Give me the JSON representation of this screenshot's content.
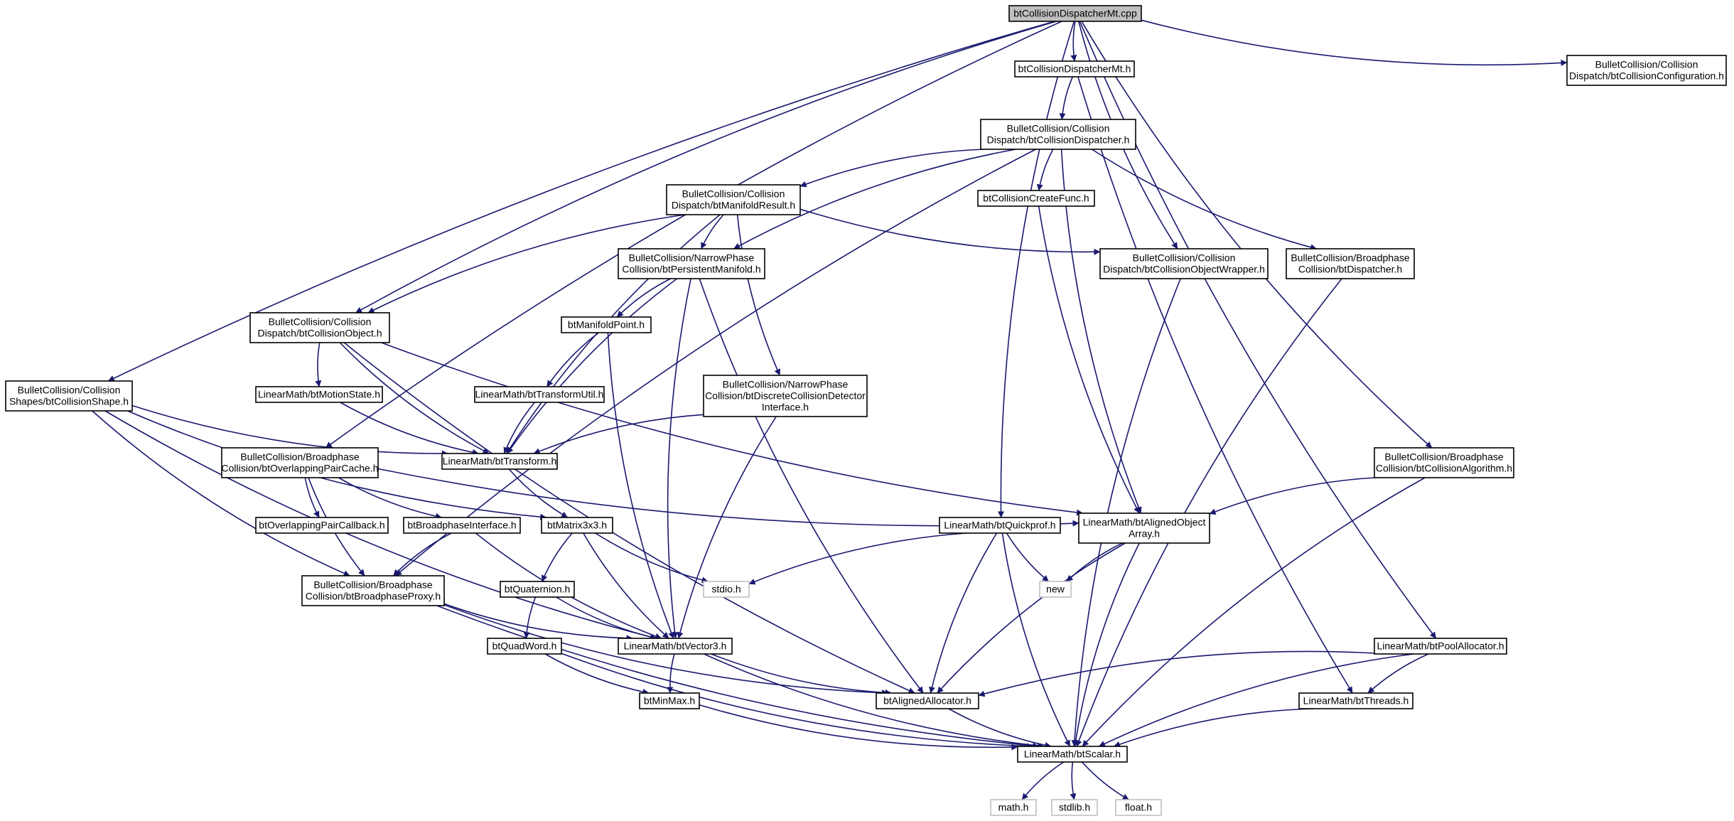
{
  "nodes": [
    {
      "id": "root",
      "lines": [
        "btCollisionDispatcherMt.cpp"
      ],
      "style": "root"
    },
    {
      "id": "dispMtH",
      "lines": [
        "btCollisionDispatcherMt.h"
      ]
    },
    {
      "id": "collConfig",
      "lines": [
        "BulletCollision/Collision",
        "Dispatch/btCollisionConfiguration.h"
      ]
    },
    {
      "id": "collDispH",
      "lines": [
        "BulletCollision/Collision",
        "Dispatch/btCollisionDispatcher.h"
      ]
    },
    {
      "id": "manifoldRes",
      "lines": [
        "BulletCollision/Collision",
        "Dispatch/btManifoldResult.h"
      ]
    },
    {
      "id": "createFunc",
      "lines": [
        "btCollisionCreateFunc.h"
      ]
    },
    {
      "id": "objWrapper",
      "lines": [
        "BulletCollision/Collision",
        "Dispatch/btCollisionObjectWrapper.h"
      ]
    },
    {
      "id": "dispatcher",
      "lines": [
        "BulletCollision/Broadphase",
        "Collision/btDispatcher.h"
      ]
    },
    {
      "id": "persistent",
      "lines": [
        "BulletCollision/NarrowPhase",
        "Collision/btPersistentManifold.h"
      ]
    },
    {
      "id": "collObj",
      "lines": [
        "BulletCollision/Collision",
        "Dispatch/btCollisionObject.h"
      ]
    },
    {
      "id": "manPoint",
      "lines": [
        "btManifoldPoint.h"
      ]
    },
    {
      "id": "discrete",
      "lines": [
        "BulletCollision/NarrowPhase",
        "Collision/btDiscreteCollisionDetector",
        "Interface.h"
      ]
    },
    {
      "id": "collShape",
      "lines": [
        "BulletCollision/Collision",
        "Shapes/btCollisionShape.h"
      ]
    },
    {
      "id": "motion",
      "lines": [
        "LinearMath/btMotionState.h"
      ]
    },
    {
      "id": "transUtil",
      "lines": [
        "LinearMath/btTransformUtil.h"
      ]
    },
    {
      "id": "overlapCache",
      "lines": [
        "BulletCollision/Broadphase",
        "Collision/btOverlappingPairCache.h"
      ]
    },
    {
      "id": "transform",
      "lines": [
        "LinearMath/btTransform.h"
      ]
    },
    {
      "id": "collAlgo",
      "lines": [
        "BulletCollision/Broadphase",
        "Collision/btCollisionAlgorithm.h"
      ]
    },
    {
      "id": "overlapCb",
      "lines": [
        "btOverlappingPairCallback.h"
      ]
    },
    {
      "id": "bpIface",
      "lines": [
        "btBroadphaseInterface.h"
      ]
    },
    {
      "id": "matrix",
      "lines": [
        "btMatrix3x3.h"
      ]
    },
    {
      "id": "quickprof",
      "lines": [
        "LinearMath/btQuickprof.h"
      ]
    },
    {
      "id": "alignedArr",
      "lines": [
        "LinearMath/btAlignedObject",
        "Array.h"
      ]
    },
    {
      "id": "bpProxy",
      "lines": [
        "BulletCollision/Broadphase",
        "Collision/btBroadphaseProxy.h"
      ]
    },
    {
      "id": "quat",
      "lines": [
        "btQuaternion.h"
      ]
    },
    {
      "id": "stdio",
      "lines": [
        "stdio.h"
      ],
      "style": "ext"
    },
    {
      "id": "new",
      "lines": [
        "new"
      ],
      "style": "ext"
    },
    {
      "id": "quadword",
      "lines": [
        "btQuadWord.h"
      ]
    },
    {
      "id": "vector3",
      "lines": [
        "LinearMath/btVector3.h"
      ]
    },
    {
      "id": "poolAlloc",
      "lines": [
        "LinearMath/btPoolAllocator.h"
      ]
    },
    {
      "id": "minmax",
      "lines": [
        "btMinMax.h"
      ]
    },
    {
      "id": "alignedAlloc",
      "lines": [
        "btAlignedAllocator.h"
      ]
    },
    {
      "id": "threads",
      "lines": [
        "LinearMath/btThreads.h"
      ]
    },
    {
      "id": "scalar",
      "lines": [
        "LinearMath/btScalar.h"
      ]
    },
    {
      "id": "math",
      "lines": [
        "math.h"
      ],
      "style": "ext"
    },
    {
      "id": "stdlib",
      "lines": [
        "stdlib.h"
      ],
      "style": "ext"
    },
    {
      "id": "float",
      "lines": [
        "float.h"
      ],
      "style": "ext"
    }
  ],
  "edges": [
    [
      "root",
      "dispMtH"
    ],
    [
      "root",
      "collConfig"
    ],
    [
      "root",
      "collObj"
    ],
    [
      "root",
      "collShape"
    ],
    [
      "root",
      "overlapCache"
    ],
    [
      "root",
      "objWrapper"
    ],
    [
      "root",
      "quickprof"
    ],
    [
      "root",
      "collAlgo"
    ],
    [
      "root",
      "poolAlloc"
    ],
    [
      "dispMtH",
      "collDispH"
    ],
    [
      "dispMtH",
      "threads"
    ],
    [
      "collDispH",
      "manifoldRes"
    ],
    [
      "collDispH",
      "createFunc"
    ],
    [
      "collDispH",
      "dispatcher"
    ],
    [
      "collDispH",
      "persistent"
    ],
    [
      "collDispH",
      "alignedArr"
    ],
    [
      "collDispH",
      "bpProxy"
    ],
    [
      "manifoldRes",
      "persistent"
    ],
    [
      "manifoldRes",
      "collObj"
    ],
    [
      "manifoldRes",
      "objWrapper"
    ],
    [
      "manifoldRes",
      "discrete"
    ],
    [
      "manifoldRes",
      "transform"
    ],
    [
      "createFunc",
      "alignedArr"
    ],
    [
      "objWrapper",
      "scalar"
    ],
    [
      "dispatcher",
      "scalar"
    ],
    [
      "persistent",
      "manPoint"
    ],
    [
      "persistent",
      "transform"
    ],
    [
      "persistent",
      "vector3"
    ],
    [
      "persistent",
      "alignedAlloc"
    ],
    [
      "collObj",
      "motion"
    ],
    [
      "collObj",
      "transform"
    ],
    [
      "collObj",
      "alignedArr"
    ],
    [
      "collObj",
      "alignedAlloc"
    ],
    [
      "manPoint",
      "transUtil"
    ],
    [
      "manPoint",
      "vector3"
    ],
    [
      "discrete",
      "transform"
    ],
    [
      "discrete",
      "vector3"
    ],
    [
      "collShape",
      "transform"
    ],
    [
      "collShape",
      "matrix"
    ],
    [
      "collShape",
      "bpProxy"
    ],
    [
      "collShape",
      "vector3"
    ],
    [
      "motion",
      "transform"
    ],
    [
      "transUtil",
      "transform"
    ],
    [
      "overlapCache",
      "overlapCb"
    ],
    [
      "overlapCache",
      "bpIface"
    ],
    [
      "overlapCache",
      "bpProxy"
    ],
    [
      "overlapCache",
      "alignedArr"
    ],
    [
      "transform",
      "matrix"
    ],
    [
      "collAlgo",
      "alignedArr"
    ],
    [
      "collAlgo",
      "scalar"
    ],
    [
      "bpIface",
      "bpProxy"
    ],
    [
      "bpIface",
      "vector3"
    ],
    [
      "matrix",
      "quat"
    ],
    [
      "matrix",
      "stdio"
    ],
    [
      "matrix",
      "vector3"
    ],
    [
      "quickprof",
      "stdio"
    ],
    [
      "quickprof",
      "new"
    ],
    [
      "quickprof",
      "alignedAlloc"
    ],
    [
      "quickprof",
      "scalar"
    ],
    [
      "alignedArr",
      "new"
    ],
    [
      "alignedArr",
      "alignedAlloc"
    ],
    [
      "alignedArr",
      "scalar"
    ],
    [
      "bpProxy",
      "vector3"
    ],
    [
      "bpProxy",
      "alignedAlloc"
    ],
    [
      "bpProxy",
      "scalar"
    ],
    [
      "quat",
      "quadword"
    ],
    [
      "quat",
      "vector3"
    ],
    [
      "quadword",
      "minmax"
    ],
    [
      "quadword",
      "scalar"
    ],
    [
      "vector3",
      "minmax"
    ],
    [
      "vector3",
      "alignedAlloc"
    ],
    [
      "vector3",
      "scalar"
    ],
    [
      "poolAlloc",
      "alignedAlloc"
    ],
    [
      "poolAlloc",
      "threads"
    ],
    [
      "poolAlloc",
      "scalar"
    ],
    [
      "minmax",
      "scalar"
    ],
    [
      "alignedAlloc",
      "scalar"
    ],
    [
      "threads",
      "scalar"
    ],
    [
      "scalar",
      "math"
    ],
    [
      "scalar",
      "stdlib"
    ],
    [
      "scalar",
      "float"
    ]
  ]
}
